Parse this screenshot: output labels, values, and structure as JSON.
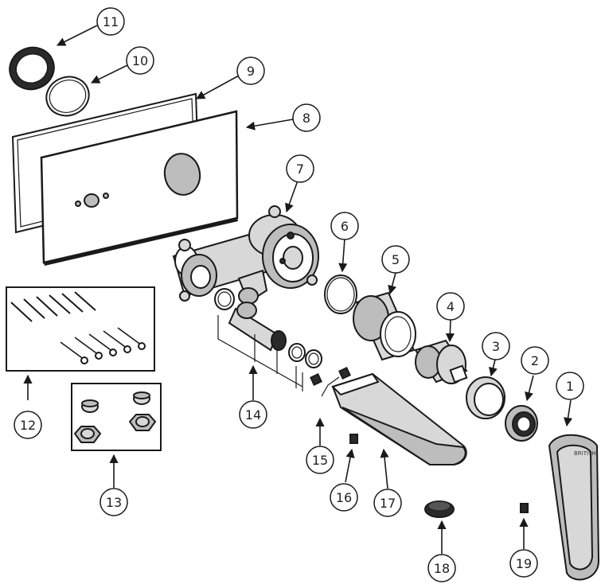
{
  "diagram": {
    "callouts": [
      {
        "id": "c1",
        "number": "1"
      },
      {
        "id": "c2",
        "number": "2"
      },
      {
        "id": "c3",
        "number": "3"
      },
      {
        "id": "c4",
        "number": "4"
      },
      {
        "id": "c5",
        "number": "5"
      },
      {
        "id": "c6",
        "number": "6"
      },
      {
        "id": "c7",
        "number": "7"
      },
      {
        "id": "c8",
        "number": "8"
      },
      {
        "id": "c9",
        "number": "9"
      },
      {
        "id": "c10",
        "number": "10"
      },
      {
        "id": "c11",
        "number": "11"
      },
      {
        "id": "c12",
        "number": "12"
      },
      {
        "id": "c13",
        "number": "13"
      },
      {
        "id": "c14",
        "number": "14"
      },
      {
        "id": "c15",
        "number": "15"
      },
      {
        "id": "c16",
        "number": "16"
      },
      {
        "id": "c17",
        "number": "17"
      },
      {
        "id": "c18",
        "number": "18"
      },
      {
        "id": "c19",
        "number": "19"
      }
    ],
    "handle_logo": "BRITISH"
  }
}
